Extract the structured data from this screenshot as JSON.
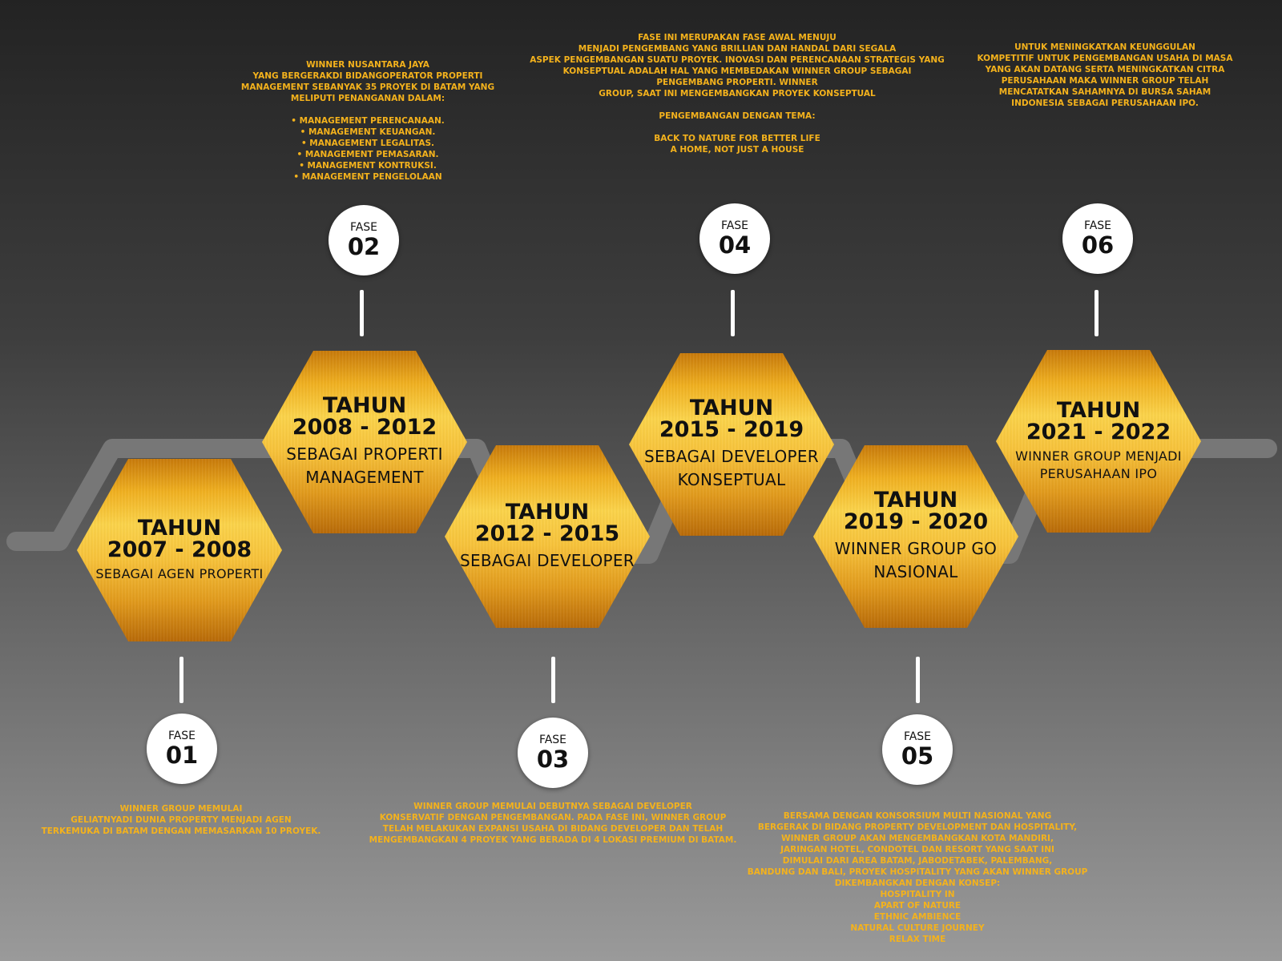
{
  "phases": [
    {
      "fase_label": "FASE",
      "number": "01",
      "tahun_word": "TAHUN",
      "years": "2007 - 2008",
      "role": "SEBAGAI AGEN PROPERTI",
      "description": "WINNER GROUP MEMULAI\nGELIATNYADI DUNIA PROPERTY MENJADI AGEN\nTERKEMUKA DI BATAM DENGAN MEMASARKAN 10 PROYEK."
    },
    {
      "fase_label": "FASE",
      "number": "02",
      "tahun_word": "TAHUN",
      "years": "2008 - 2012",
      "role": "SEBAGAI PROPERTI MANAGEMENT",
      "description": "WINNER NUSANTARA JAYA\nYANG BERGERAKDI BIDANGOPERATOR PROPERTI\nMANAGEMENT SEBANYAK 35 PROYEK DI BATAM YANG\nMELIPUTI PENANGANAN DALAM:\n\n• MANAGEMENT PERENCANAAN.\n• MANAGEMENT KEUANGAN.\n• MANAGEMENT LEGALITAS.\n• MANAGEMENT PEMASARAN.\n• MANAGEMENT KONTRUKSI.\n• MANAGEMENT PENGELOLAAN"
    },
    {
      "fase_label": "FASE",
      "number": "03",
      "tahun_word": "TAHUN",
      "years": "2012 - 2015",
      "role": "SEBAGAI DEVELOPER",
      "description": "WINNER GROUP MEMULAI DEBUTNYA SEBAGAI DEVELOPER\nKONSERVATIF DENGAN PENGEMBANGAN. PADA FASE INI, WINNER GROUP\nTELAH MELAKUKAN EXPANSI USAHA DI BIDANG DEVELOPER DAN TELAH\nMENGEMBANGKAN 4 PROYEK YANG BERADA DI 4 LOKASI PREMIUM DI BATAM."
    },
    {
      "fase_label": "FASE",
      "number": "04",
      "tahun_word": "TAHUN",
      "years": "2015 - 2019",
      "role": "SEBAGAI DEVELOPER KONSEPTUAL",
      "description": "FASE INI MERUPAKAN FASE AWAL MENUJU\nMENJADI PENGEMBANG YANG BRILLIAN DAN HANDAL DARI SEGALA\nASPEK PENGEMBANGAN SUATU PROYEK. INOVASI DAN PERENCANAAN STRATEGIS YANG\nKONSEPTUAL ADALAH HAL YANG MEMBEDAKAN WINNER GROUP SEBAGAI\nPENGEMBANG PROPERTI. WINNER\nGROUP, SAAT INI MENGEMBANGKAN PROYEK KONSEPTUAL\n\nPENGEMBANGAN DENGAN TEMA:\n\nBACK TO NATURE FOR BETTER LIFE\nA HOME, NOT JUST A HOUSE"
    },
    {
      "fase_label": "FASE",
      "number": "05",
      "tahun_word": "TAHUN",
      "years": "2019 - 2020",
      "role": "WINNER GROUP GO NASIONAL",
      "description": "BERSAMA DENGAN KONSORSIUM MULTI NASIONAL YANG\nBERGERAK DI BIDANG PROPERTY DEVELOPMENT DAN HOSPITALITY,\nWINNER GROUP AKAN MENGEMBANGKAN KOTA MANDIRI,\nJARINGAN HOTEL, CONDOTEL DAN RESORT YANG SAAT INI\nDIMULAI DARI AREA BATAM, JABODETABEK, PALEMBANG,\nBANDUNG DAN BALI, PROYEK HOSPITALITY YANG AKAN WINNER GROUP\nDIKEMBANGKAN DENGAN KONSEP:\nHOSPITALITY IN\nAPART OF NATURE\nETHNIC AMBIENCE\nNATURAL CULTURE JOURNEY\nRELAX TIME"
    },
    {
      "fase_label": "FASE",
      "number": "06",
      "tahun_word": "TAHUN",
      "years": "2021 - 2022",
      "role": "WINNER GROUP MENJADI PERUSAHAAN IPO",
      "description": "UNTUK MENINGKATKAN KEUNGGULAN\nKOMPETITIF UNTUK PENGEMBANGAN USAHA DI MASA\nYANG AKAN DATANG SERTA MENINGKATKAN CITRA\nPERUSAHAAN MAKA WINNER GROUP TELAH\nMENCATATKAN SAHAMNYA DI BURSA SAHAM\nINDONESIA SEBAGAI PERUSAHAAN IPO."
    }
  ],
  "colors": {
    "gold_dark": "#b86a08",
    "gold_light": "#fbd34a",
    "description_text": "#f4b21c",
    "track": "#777777",
    "badge": "#ffffff"
  }
}
